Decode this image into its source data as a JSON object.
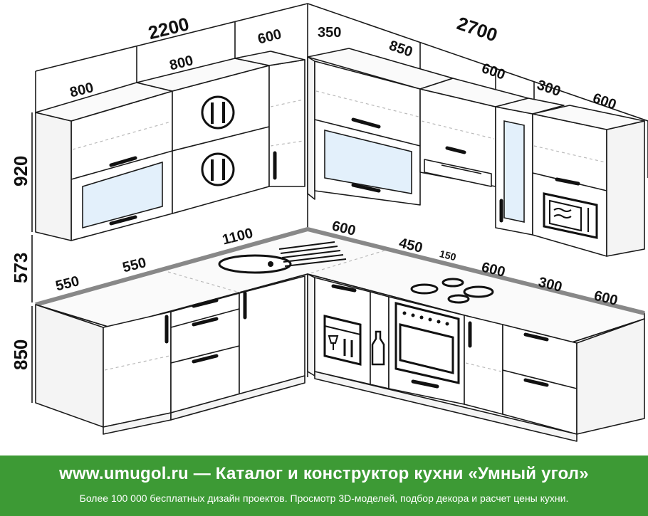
{
  "dimensions": {
    "overall_left": "2200",
    "overall_right": "2700",
    "upper_left_1": "800",
    "upper_left_2": "800",
    "upper_left_3": "600",
    "upper_right_1": "350",
    "upper_right_2": "850",
    "upper_right_3": "600",
    "upper_right_4": "300",
    "upper_right_5": "600",
    "height_upper": "920",
    "height_splash": "573",
    "height_base": "850",
    "base_left_1": "550",
    "base_left_2": "550",
    "base_left_3": "1100",
    "base_right_1": "600",
    "base_right_2": "450",
    "base_right_3": "150",
    "base_right_4": "600",
    "base_right_5": "300",
    "base_right_6": "600"
  },
  "footer": {
    "title": "www.umugol.ru  —  Каталог и конструктор кухни «Умный угол»",
    "subtitle": "Более 100 000 бесплатных дизайн проектов. Просмотр 3D-моделей, подбор декора и расчет цены кухни."
  },
  "colors": {
    "footer_bg": "#3d9a35",
    "glass": "#e3f0fb",
    "line": "#1a1a1a"
  }
}
